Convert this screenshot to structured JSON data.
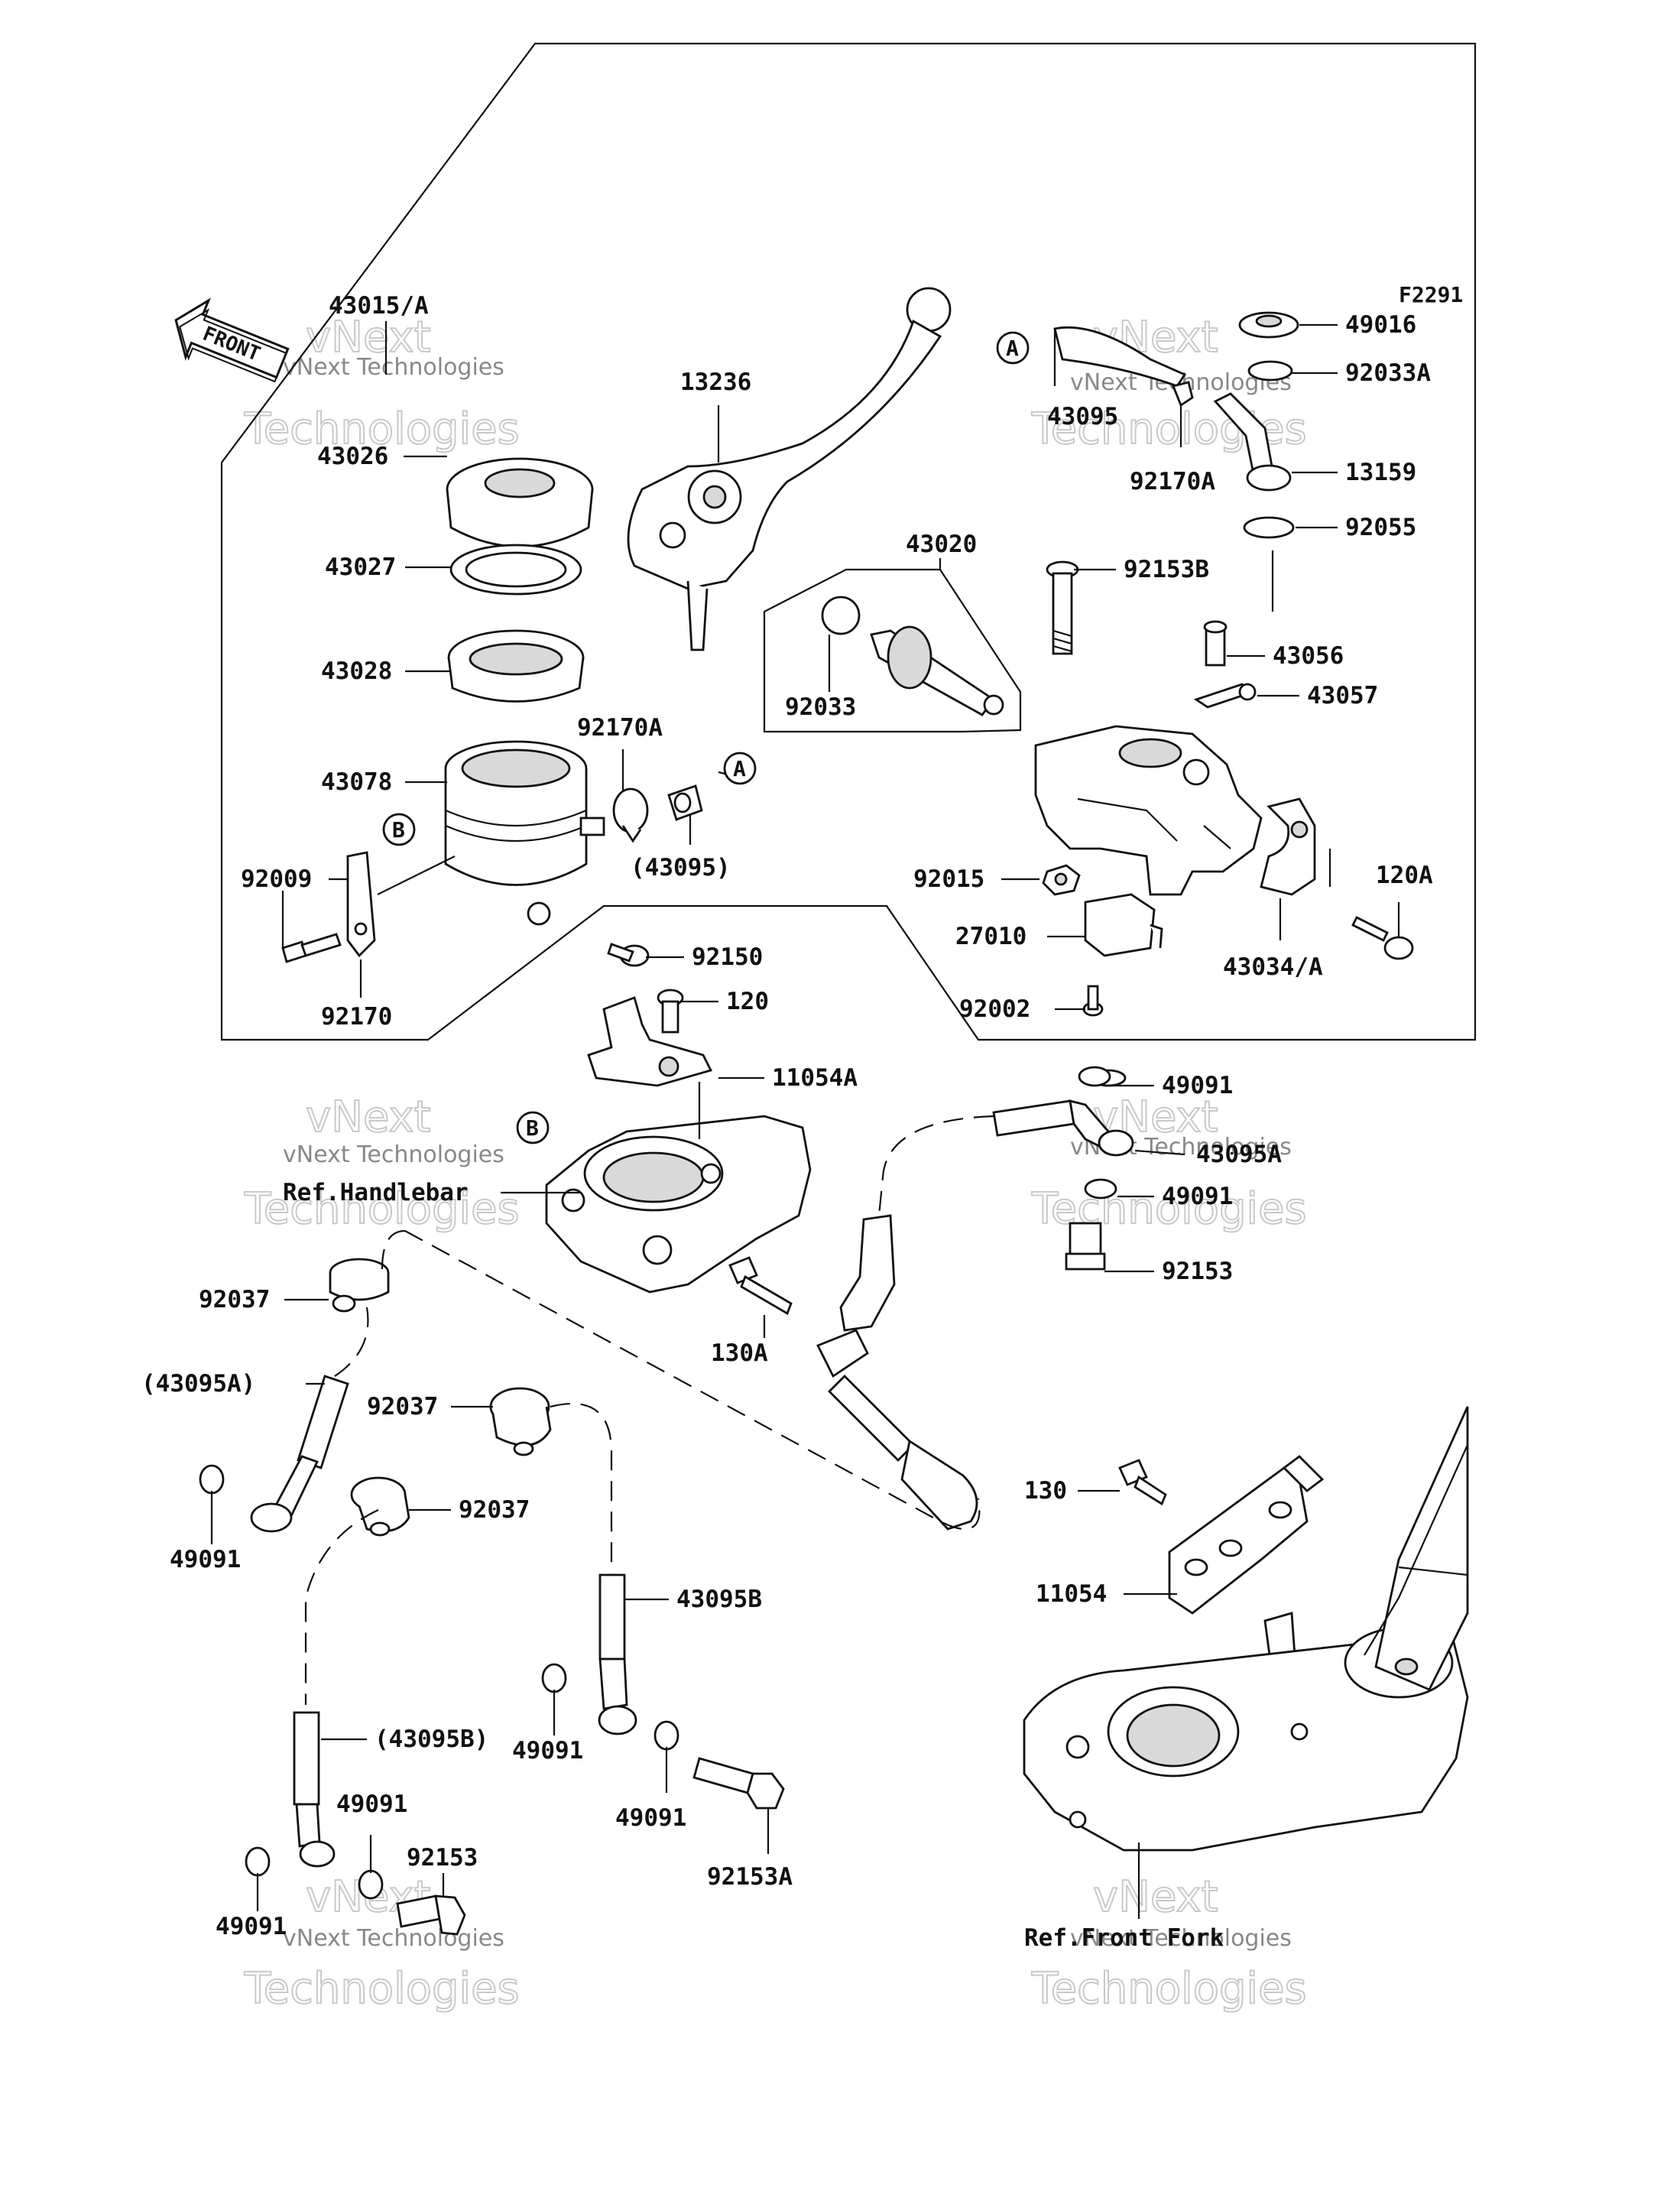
{
  "figure_code": "F2291",
  "front_arrow": "FRONT",
  "watermarks": {
    "small": "vNext Technologies",
    "large": "Technologies",
    "large_top": "vNext"
  },
  "labels": {
    "p43015A": "43015/A",
    "p43026": "43026",
    "p43027": "43027",
    "p43028": "43028",
    "p43078": "43078",
    "p92009": "92009",
    "p92170": "92170",
    "p13236": "13236",
    "p92170A_mid": "92170A",
    "p43095_paren": "(43095)",
    "p92150": "92150",
    "p43020": "43020",
    "p92033": "92033",
    "p43095_top": "43095",
    "p92170A_top": "92170A",
    "p49016": "49016",
    "p92033A": "92033A",
    "p13159": "13159",
    "p92055": "92055",
    "p92153B": "92153B",
    "p43056": "43056",
    "p43057": "43057",
    "p92015": "92015",
    "p27010": "27010",
    "p92002": "92002",
    "p120A": "120A",
    "p43034A": "43034/A",
    "p120": "120",
    "p11054A": "11054A",
    "p49091_a": "49091",
    "p43095A": "43095A",
    "p49091_b": "49091",
    "p92153": "92153",
    "ref_handlebar": "Ref.Handlebar",
    "p92037_a": "92037",
    "p43095A_paren": "(43095A)",
    "p92037_b": "92037",
    "p92037_c": "92037",
    "p49091_c": "49091",
    "p130A": "130A",
    "p130": "130",
    "p11054": "11054",
    "p43095B": "43095B",
    "p49091_d": "49091",
    "p43095B_paren": "(43095B)",
    "p49091_e": "49091",
    "p92153_b": "92153",
    "p49091_f": "49091",
    "p92153A": "92153A",
    "p49091_g": "49091",
    "ref_front_fork": "Ref.Front Fork",
    "marker_A": "A",
    "marker_B": "B"
  }
}
